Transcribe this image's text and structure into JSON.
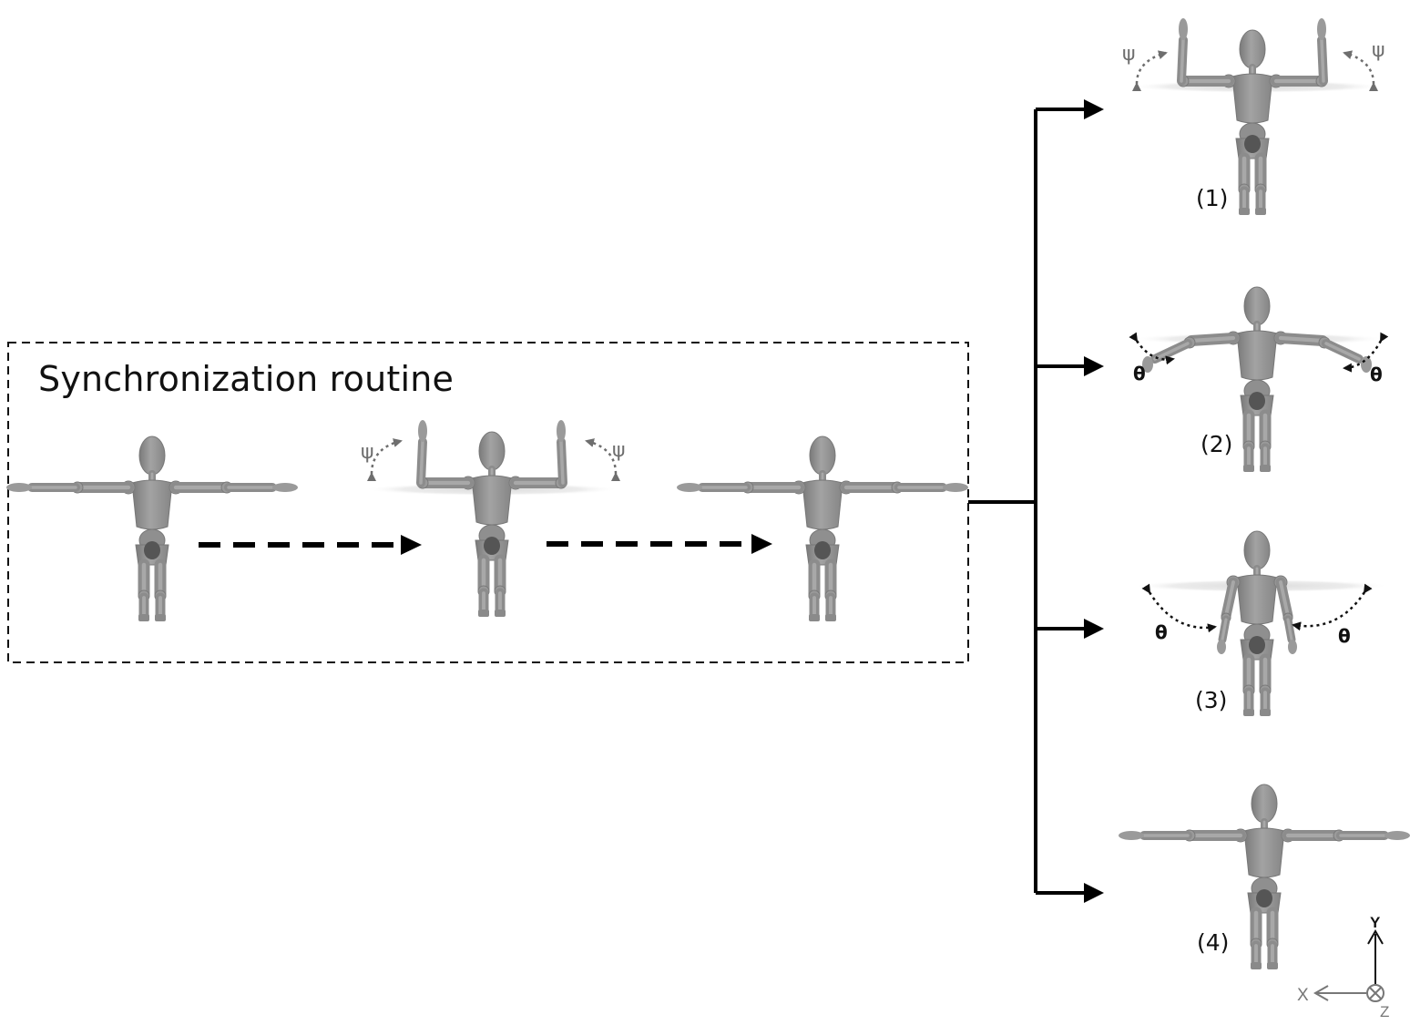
{
  "routine": {
    "title": "Synchronization routine",
    "frames": [
      {
        "pose": "t-pose"
      },
      {
        "pose": "elbows-up",
        "angle_label": "ψ"
      },
      {
        "pose": "t-pose"
      }
    ]
  },
  "outcomes": [
    {
      "label": "(1)",
      "pose": "elbows-up",
      "angle_label": "ψ"
    },
    {
      "label": "(2)",
      "pose": "forearms-down",
      "angle_label": "θ"
    },
    {
      "label": "(3)",
      "pose": "arms-down",
      "angle_label": "θ"
    },
    {
      "label": "(4)",
      "pose": "t-pose"
    }
  ],
  "axes": {
    "y": "Y",
    "x": "X",
    "z": "Z"
  }
}
